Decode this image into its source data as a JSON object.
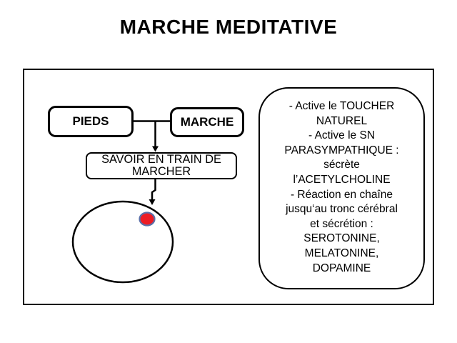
{
  "title": "MARCHE MEDITATIVE",
  "diagram": {
    "box_pieds": "PIEDS",
    "box_marche": "MARCHE",
    "box_savoir": [
      "SAVOIR EN TRAIN DE",
      "MARCHER"
    ]
  },
  "panel": {
    "lines": [
      "- Active le TOUCHER",
      "NATUREL",
      "- Active le SN",
      "PARASYMPATHIQUE :",
      "sécrète",
      "l’ACETYLCHOLINE",
      "- Réaction en chaîne",
      "jusqu‘au tronc cérébral",
      "et sécrétion :",
      "SEROTONINE,",
      "MELATONINE,",
      "DOPAMINE"
    ]
  },
  "colors": {
    "background": "#ffffff",
    "stroke": "#000000",
    "dot_fill": "#ed1c24",
    "dot_ring": "#5b6fa8"
  }
}
